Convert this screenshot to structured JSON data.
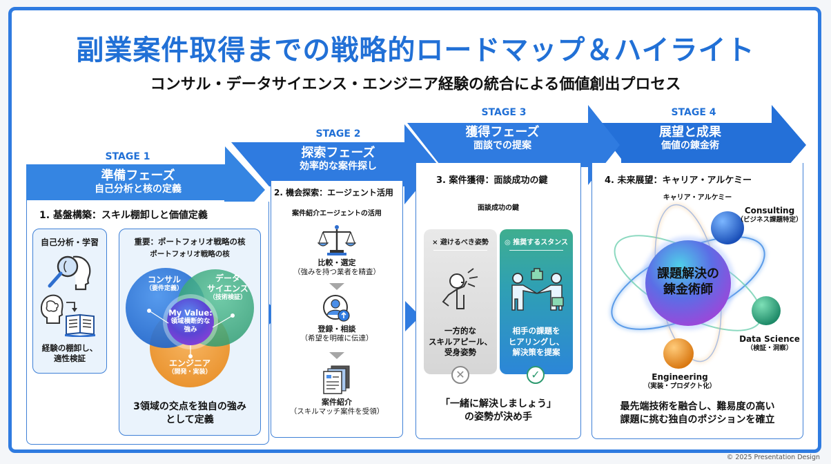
{
  "header": {
    "title": "副業案件取得までの戦略的ロードマップ＆ハイライト",
    "subtitle": "コンサル・データサイエンス・エンジニア経験の統合による価値創出プロセス"
  },
  "colors": {
    "accent": "#2170d6",
    "arrow_blue": "#2f7be0",
    "consulting": "#2a73d9",
    "data_science": "#3fae84",
    "engineering": "#f0992e",
    "my_value": "#6a46d6",
    "avoid_card": "#e3e3e3",
    "recommend_card": "#2e9fb0"
  },
  "stages": [
    {
      "label": "STAGE 1",
      "phase": "準備フェーズ",
      "theme": "自己分析と核の定義",
      "heading": "1. 基盤構築：スキル棚卸しと価値定義",
      "self_analysis": {
        "title": "自己分析・学習",
        "icons": [
          "magnifier-head-icon",
          "brain-book-icon"
        ],
        "caption_line1": "経験の棚卸し、",
        "caption_line2": "適性検証"
      },
      "portfolio": {
        "title": "重要：ポートフォリオ戦略の核",
        "subtitle": "ポートフォリオ戦略の核",
        "circles": [
          {
            "name": "コンサル",
            "detail": "（要件定義）"
          },
          {
            "name_line1": "データ",
            "name_line2": "サイエンス",
            "detail": "（技術検証）"
          },
          {
            "name": "エンジニア",
            "detail": "（開発・実装）"
          }
        ],
        "center_line1": "My Value:",
        "center_line2": "領域横断的な",
        "center_line3": "強み",
        "summary_line1": "3領域の交点を独自の強み",
        "summary_line2": "として定義"
      }
    },
    {
      "label": "STAGE 2",
      "phase": "探索フェーズ",
      "theme": "効率的な案件探し",
      "heading": "2. 機会探索：エージェント活用",
      "caption": "案件紹介エージェントの活用",
      "steps": [
        {
          "icon": "scale-icon",
          "title": "比較・選定",
          "detail": "（強みを持つ業者を精査）"
        },
        {
          "icon": "user-upload-icon",
          "title": "登録・相談",
          "detail": "（希望を明確に伝達）"
        },
        {
          "icon": "documents-icon",
          "title": "案件紹介",
          "detail": "（スキルマッチ案件を受領）"
        }
      ]
    },
    {
      "label": "STAGE 3",
      "phase": "獲得フェーズ",
      "theme": "面談での提案",
      "heading": "3. 案件獲得：面談成功の鍵",
      "caption": "面談成功の鍵",
      "avoid": {
        "title": "× 避けるべき姿勢",
        "line1": "一方的な",
        "line2": "スキルアピール、",
        "line3": "受身姿勢"
      },
      "recommend": {
        "title": "◎ 推奨するスタンス",
        "line1": "相手の課題を",
        "line2": "ヒアリングし、",
        "line3": "解決策を提案"
      },
      "summary_line1": "「一緒に解決しましょう」",
      "summary_line2": "の姿勢が決め手"
    },
    {
      "label": "STAGE 4",
      "phase": "展望と成果",
      "theme": "価値の錬金術",
      "heading": "4. 未来展望：キャリア・アルケミー",
      "caption": "キャリア・アルケミー",
      "core_line1": "課題解決の",
      "core_line2": "錬金術師",
      "orbs": [
        {
          "name": "Consulting",
          "detail": "（ビジネス課題特定）"
        },
        {
          "name": "Data Science",
          "detail": "（検証・洞察）"
        },
        {
          "name": "Engineering",
          "detail": "（実装・プロダクト化）"
        }
      ],
      "summary_line1": "最先端技術を融合し、難易度の高い",
      "summary_line2": "課題に挑む独自のポジションを確立"
    }
  ],
  "footer": {
    "copyright": "© 2025 Presentation Design"
  }
}
